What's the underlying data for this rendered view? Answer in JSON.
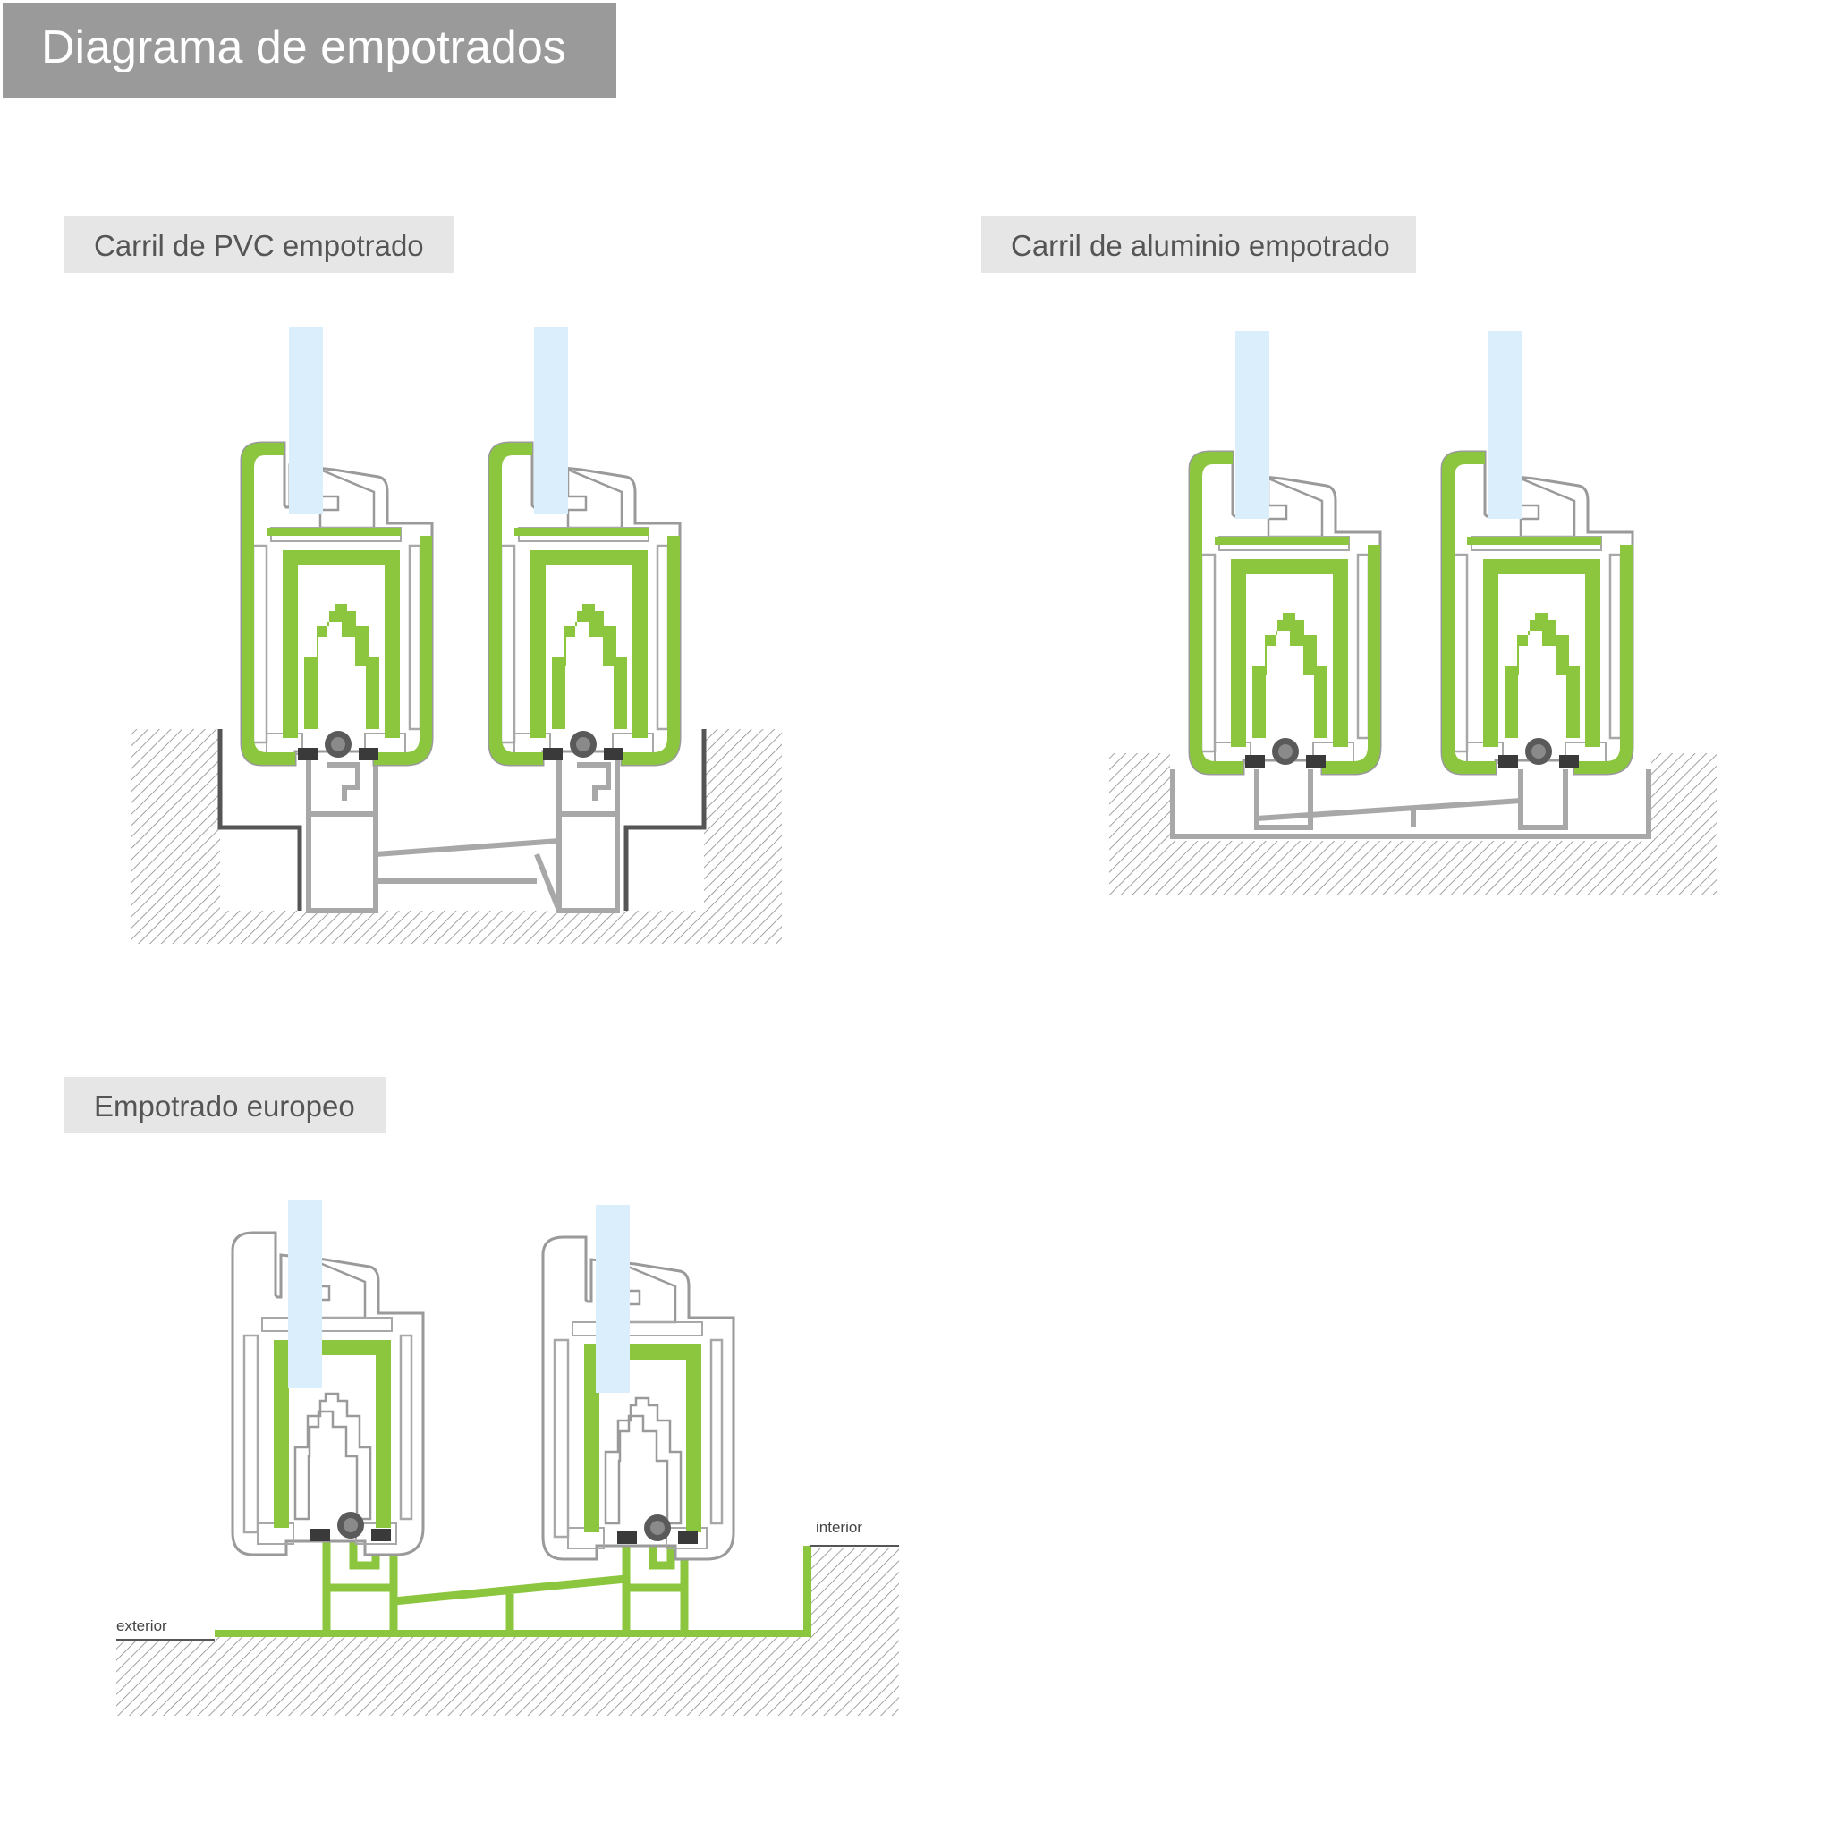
{
  "header": {
    "title": "Diagrama de empotrados"
  },
  "sections": [
    {
      "label": "Carril de PVC empotrado"
    },
    {
      "label": "Carril de aluminio empotrado"
    },
    {
      "label": "Empotrado europeo"
    }
  ],
  "annotations": {
    "exterior": "exterior",
    "interior": "interior"
  },
  "colors": {
    "frame_reinforcement": "#8cc63f",
    "glass": "#dbeefc",
    "rail_grey": "#a9a9a9",
    "seal_dark": "#3a3a3a",
    "header_bar": "#9a9a9a",
    "label_bg": "#e6e6e6"
  }
}
